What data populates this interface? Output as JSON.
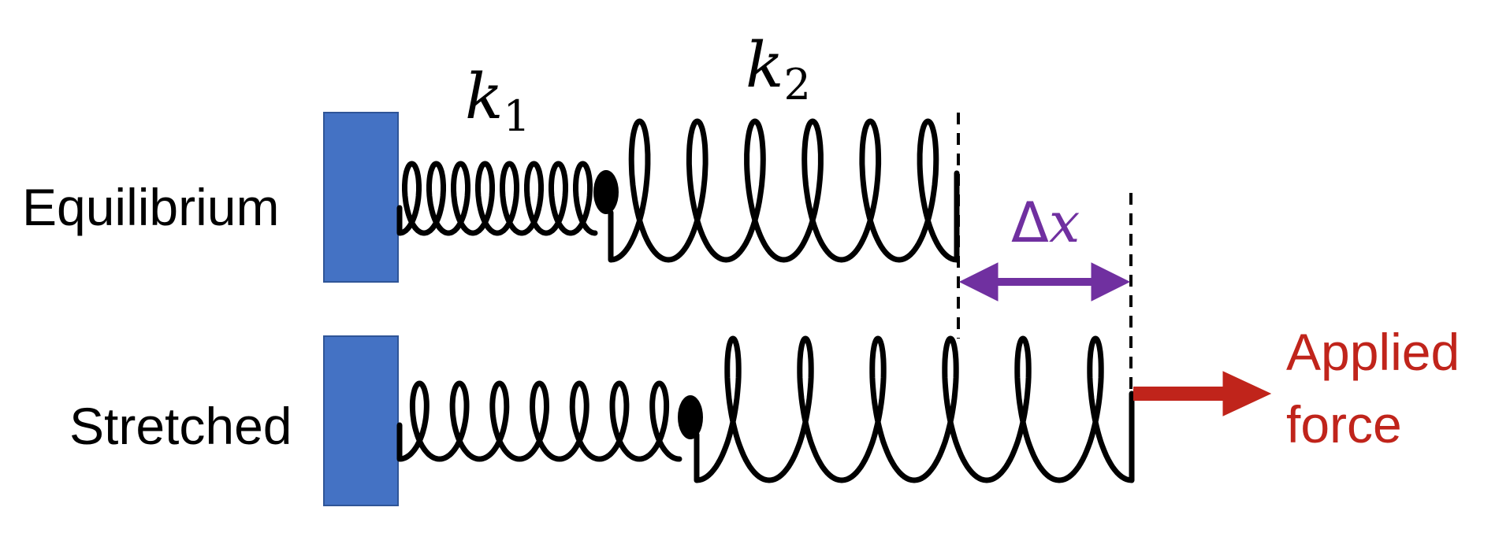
{
  "labels": {
    "equilibrium": "Equilibrium",
    "stretched": "Stretched"
  },
  "springs": {
    "k1": {
      "symbol": "k",
      "subscript": "1"
    },
    "k2": {
      "symbol": "k",
      "subscript": "2"
    }
  },
  "displacement": {
    "delta": "Δ",
    "variable": "x"
  },
  "force": {
    "line1": "Applied",
    "line2": "force"
  },
  "colors": {
    "wall": "#4472C4",
    "wall_border": "#2F5597",
    "spring": "#000000",
    "displacement": "#7030A0",
    "force": "#C0241B"
  }
}
